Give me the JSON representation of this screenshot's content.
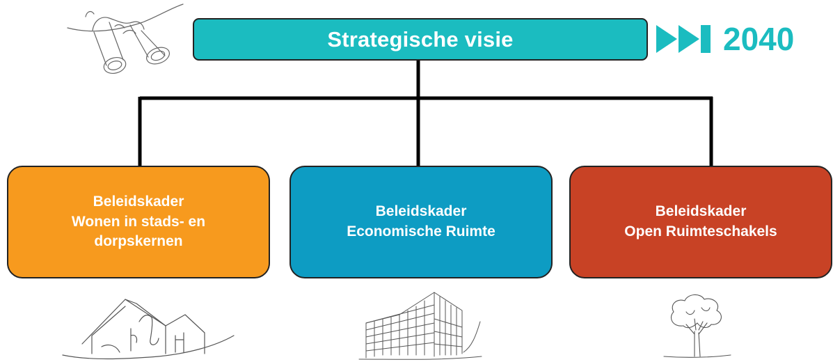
{
  "diagram": {
    "top_node": {
      "label": "Strategische visie",
      "color": "#1bbcc0"
    },
    "horizon_badge": {
      "icon": "fast-forward-icon",
      "year": "2040",
      "color": "#1bbcc0"
    },
    "connector_color": "#000000",
    "branches": [
      {
        "lines": [
          "Beleidskader",
          "Wonen in stads- en",
          "dorpskernen"
        ],
        "color": "#f79a1e",
        "illustration": "house-sketch"
      },
      {
        "lines": [
          "Beleidskader",
          "Economische Ruimte"
        ],
        "color": "#0d9cc3",
        "illustration": "office-building-sketch"
      },
      {
        "lines": [
          "Beleidskader",
          "Open Ruimteschakels"
        ],
        "color": "#c84225",
        "illustration": "tree-sketch"
      }
    ],
    "top_illustration": "binoculars-sketch"
  }
}
